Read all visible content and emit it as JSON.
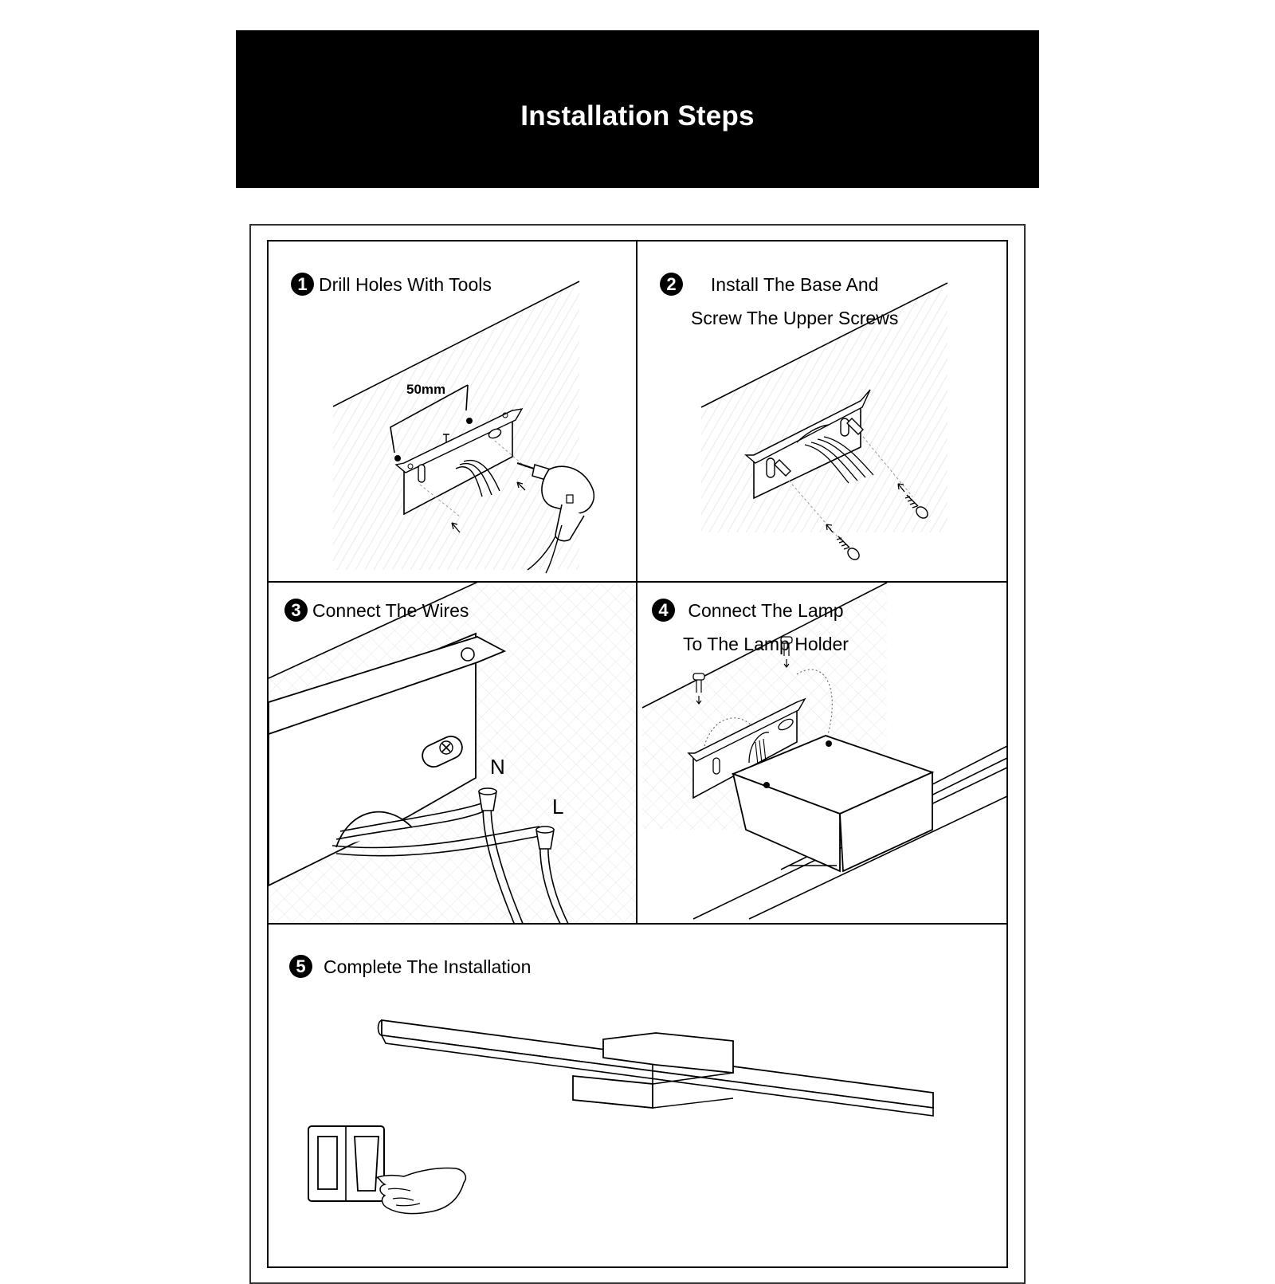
{
  "header": {
    "title": "Installation Steps"
  },
  "steps": [
    {
      "number": "1",
      "lines": [
        "Drill Holes With Tools"
      ],
      "dimension_label": "50mm"
    },
    {
      "number": "2",
      "lines": [
        "Install The Base And",
        "Screw The Upper Screws"
      ]
    },
    {
      "number": "3",
      "lines": [
        "Connect The Wires"
      ],
      "wire_labels": [
        "N",
        "L"
      ]
    },
    {
      "number": "4",
      "lines": [
        "Connect The Lamp",
        "To The Lamp Holder"
      ]
    },
    {
      "number": "5",
      "lines": [
        "Complete The Installation"
      ]
    }
  ],
  "colors": {
    "header_bg": "#000000",
    "header_text": "#ffffff",
    "line": "#000000",
    "hatch": "#e6e6e6"
  }
}
